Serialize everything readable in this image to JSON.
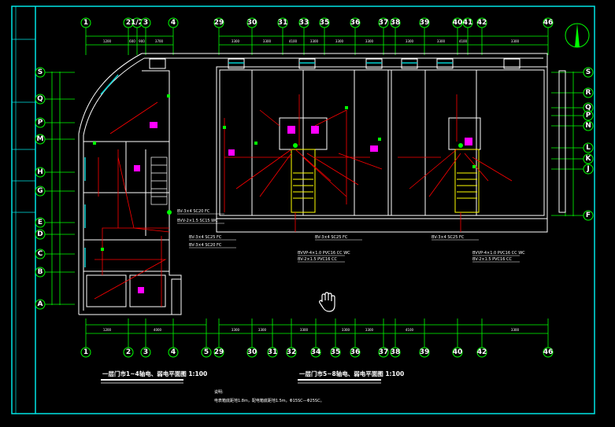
{
  "colors": {
    "frame": "#00e5e5",
    "grid": "#00ff00",
    "wall": "#ffffff",
    "wire": "#ff0000",
    "fixture": "#ff00ff",
    "stair": "#ffff00",
    "window": "#00d0d0"
  },
  "axes": {
    "top": [
      "1",
      "2",
      "1/2",
      "3",
      "4",
      "29",
      "30",
      "31",
      "33",
      "35",
      "36",
      "37",
      "38",
      "39",
      "40",
      "41",
      "42",
      "46"
    ],
    "bottom": [
      "1",
      "2",
      "3",
      "4",
      "5",
      "29",
      "30",
      "31",
      "32",
      "34",
      "35",
      "36",
      "37",
      "38",
      "39",
      "40",
      "42",
      "46"
    ],
    "left": [
      "S",
      "Q",
      "P",
      "M",
      "H",
      "G",
      "E",
      "D",
      "C",
      "B",
      "A"
    ],
    "right": [
      "S",
      "R",
      "Q",
      "P",
      "N",
      "L",
      "K",
      "J",
      "F"
    ]
  },
  "dimensions": {
    "top": [
      "1200",
      "600",
      "900",
      "3700",
      "3300",
      "3300",
      "4100",
      "3300",
      "3300",
      "3300",
      "3300",
      "3300",
      "4100",
      "3300"
    ],
    "bottom": [
      "1200",
      "4000",
      "3300",
      "3300",
      "3300",
      "3300",
      "3300",
      "4100",
      "3300"
    ]
  },
  "annotations": [
    "BV-3×4 SC20 FC",
    "BVV-2×1.5 SC15 WC",
    "BV-3×4 SC25 FC",
    "BV-3×4 SC20 FC",
    "BVVP-4×1.0 PVC16 CC WC",
    "BV-2×1.5 PVC16 CC",
    "BV-3×4 SC25 FC",
    "BV-3×4 SC25 FC",
    "BVVP-4×1.0 PVC16 CC WC",
    "BV-2×1.5 PVC16 CC"
  ],
  "drawing": {
    "title_left": "一层门市1~4轴电、弱电平面图  1:100",
    "title_right": "一层门市5~8轴电、弱电平面图  1:100",
    "notes_heading": "说明:",
    "notes_text": "电表箱底距地1.8m，配电箱底距地1.5m，Φ15SC—Φ25SC。"
  },
  "cursor": "hand-pan-icon"
}
